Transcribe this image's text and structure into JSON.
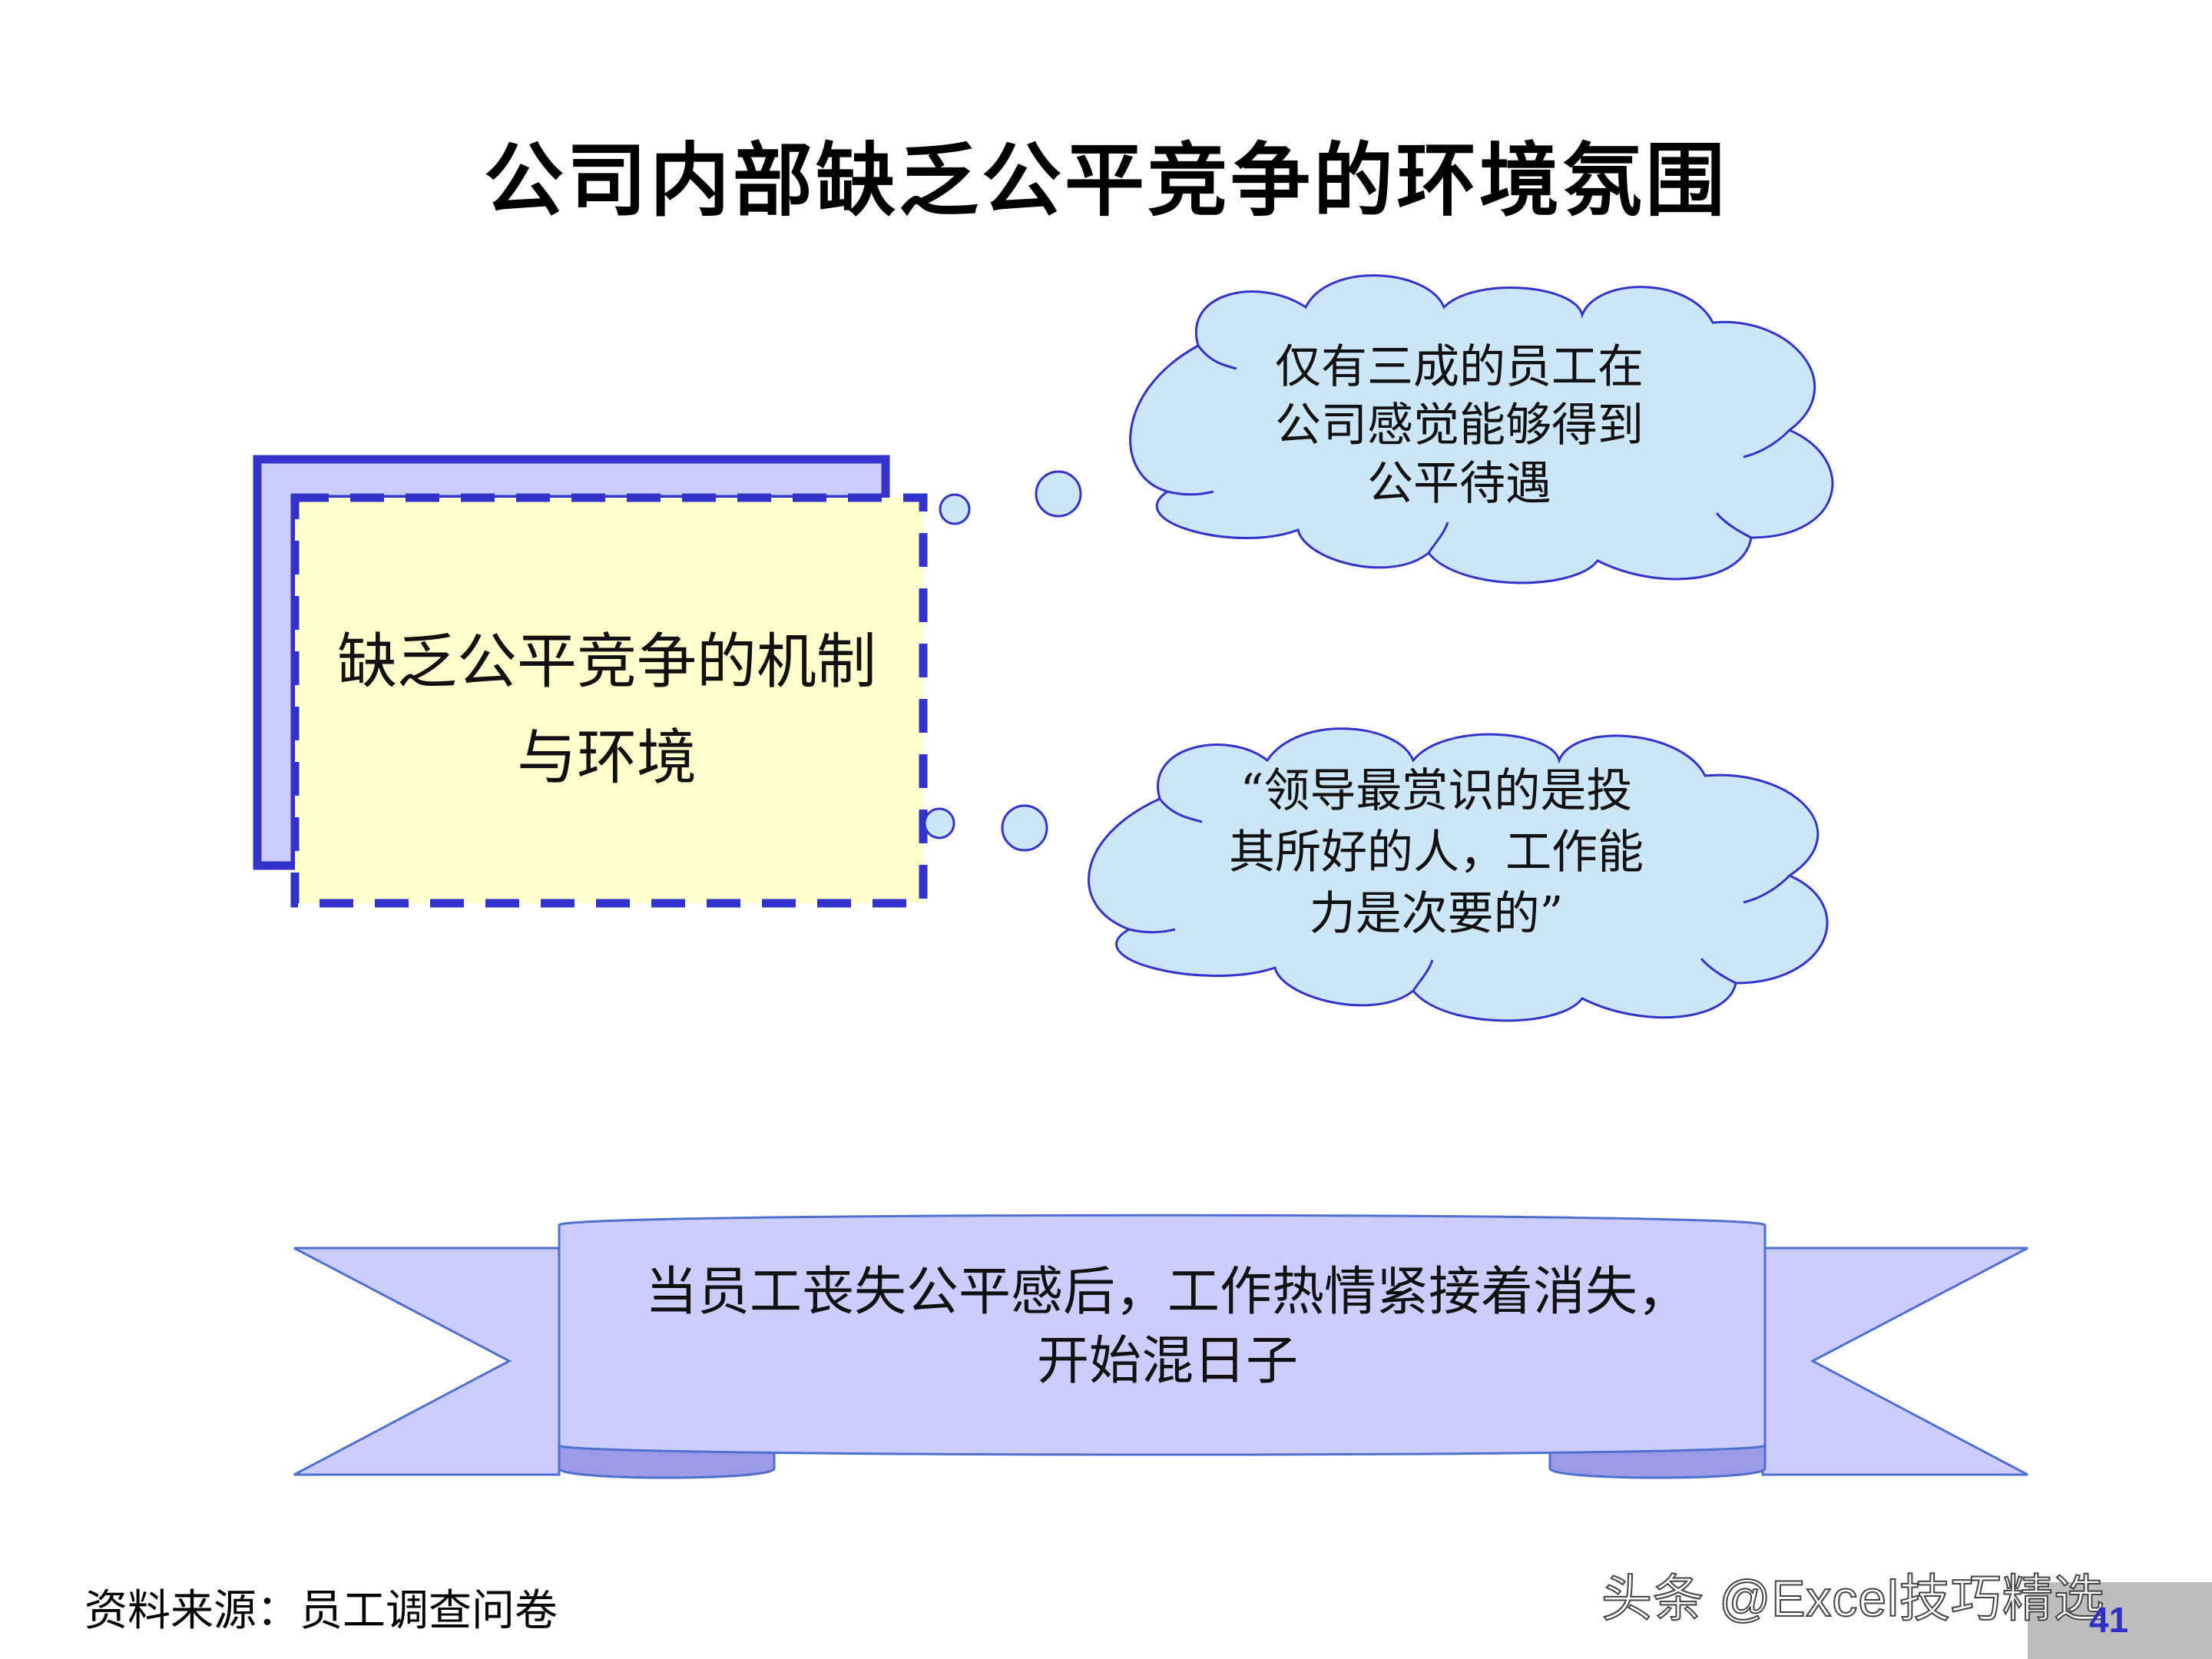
{
  "slide": {
    "title": "公司内部缺乏公平竞争的环境氛围",
    "main_box": {
      "lines": [
        "缺乏公平竞争的机制",
        "与环境"
      ]
    },
    "cloud_top": {
      "lines": [
        "仅有三成的员工在",
        "公司感觉能够得到",
        "公平待遇"
      ]
    },
    "cloud_bottom": {
      "lines": [
        "“领导最赏识的是投",
        "其所好的人，工作能",
        "力是次要的”"
      ]
    },
    "banner": {
      "lines": [
        "当员工丧失公平感后，工作热情紧接着消失，",
        "开始混日子"
      ]
    },
    "source": "资料来源：员工调查问卷",
    "watermark": "头条 @Excel技巧精选",
    "page_number": "41"
  },
  "colors": {
    "box_border": "#3333cc",
    "box_shadow_fill": "#ccccff",
    "box_fill": "#ffffcc",
    "cloud_fill": "#cce6f8",
    "cloud_stroke": "#3333cc",
    "banner_fill": "#ccccff",
    "banner_stroke": "#4f6fd0"
  }
}
